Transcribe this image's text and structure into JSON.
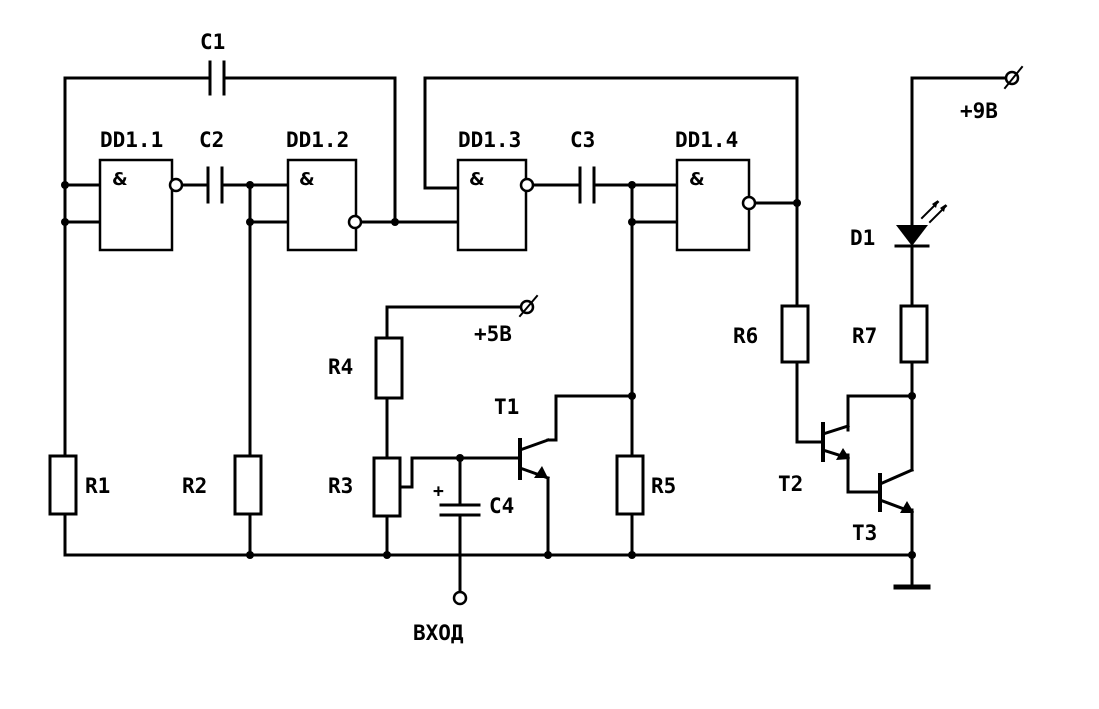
{
  "gates": [
    {
      "id": "DD1.1",
      "label": "DD1.1",
      "symbol": "&"
    },
    {
      "id": "DD1.2",
      "label": "DD1.2",
      "symbol": "&"
    },
    {
      "id": "DD1.3",
      "label": "DD1.3",
      "symbol": "&"
    },
    {
      "id": "DD1.4",
      "label": "DD1.4",
      "symbol": "&"
    }
  ],
  "capacitors": {
    "C1": "C1",
    "C2": "C2",
    "C3": "C3",
    "C4": "C4",
    "C4_polarity": "+"
  },
  "resistors": {
    "R1": "R1",
    "R2": "R2",
    "R3": "R3",
    "R4": "R4",
    "R5": "R5",
    "R6": "R6",
    "R7": "R7"
  },
  "transistors": {
    "T1": "T1",
    "T2": "T2",
    "T3": "T3"
  },
  "diode": {
    "D1": "D1"
  },
  "supplies": {
    "plus5": "+5B",
    "plus9": "+9B"
  },
  "input_label": "ВХОД"
}
